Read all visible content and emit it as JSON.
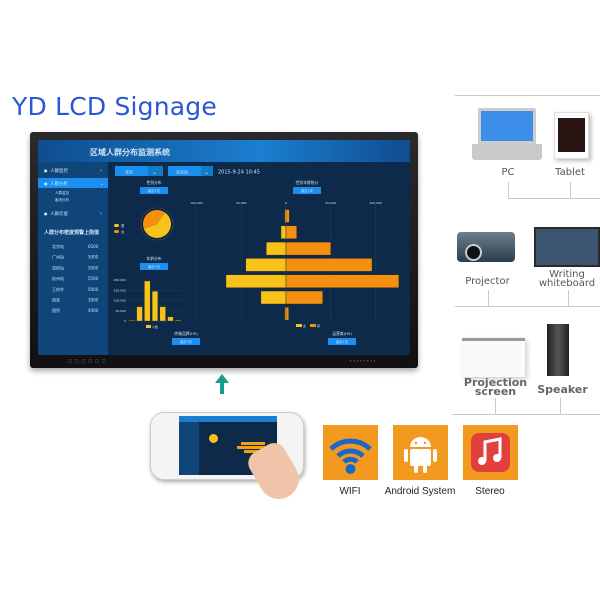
{
  "brand_title": "YD LCD Signage",
  "screen": {
    "header_title": "区域人群分布监测系统",
    "sidebar": {
      "items": [
        {
          "label": "人群监控",
          "icon": "eye-icon",
          "active": false
        },
        {
          "label": "人群分析",
          "icon": "bar-chart-icon",
          "active": true
        },
        {
          "label": "人群迁徙",
          "icon": "person-icon",
          "active": false
        }
      ],
      "sub_items": [
        "人群监控",
        "客流分析"
      ],
      "threshold_heading": "人群分布密度预警上限值",
      "stations": [
        {
          "name": "北京站",
          "value": "6500"
        },
        {
          "name": "广州站",
          "value": "5000"
        },
        {
          "name": "深圳站",
          "value": "5000"
        },
        {
          "name": "杭州站",
          "value": "5500"
        },
        {
          "name": "王府井",
          "value": "5000"
        },
        {
          "name": "西单",
          "value": "3000"
        },
        {
          "name": "国贸",
          "value": "4000"
        }
      ]
    },
    "filters": {
      "city": "北京",
      "station": "北京站",
      "datetime": "2015-9-24 10:45"
    },
    "panels": {
      "gender": {
        "title": "性别分布",
        "button": "最近1天"
      },
      "age": {
        "title": "年龄分布",
        "button": "最近1天"
      },
      "gender_age": {
        "title": "性别年龄统计",
        "button": "最近1天"
      },
      "bottom_left": {
        "title": "终端品牌(H5)",
        "button": "最近1天"
      },
      "bottom_right": {
        "title": "运营商(H5)",
        "button": "最近1天"
      }
    },
    "colors": {
      "yellow": "#f7c21a",
      "orange": "#f5900f",
      "accent": "#1a8ff0",
      "bg": "#0d2a4a"
    }
  },
  "chart_data": [
    {
      "type": "pie",
      "legend": [
        "男",
        "女"
      ],
      "values": [
        60,
        40
      ]
    },
    {
      "type": "bar",
      "ylim": [
        0,
        200000
      ],
      "yticks": [
        "0",
        "50,000",
        "100,000",
        "150,000",
        "200,000"
      ],
      "values": [
        3000,
        70000,
        195000,
        145000,
        70000,
        20000,
        4000
      ],
      "legend": [
        "人数"
      ]
    },
    {
      "type": "bar",
      "orientation": "horizontal-diverging",
      "xticks": [
        "100,000",
        "50,000",
        "0",
        "50,000",
        "100,000"
      ],
      "xlim": [
        -100000,
        100000
      ],
      "legend": [
        "女",
        "男"
      ],
      "series": [
        {
          "name": "女",
          "values": [
            1500,
            5600,
            22000,
            45000,
            67000,
            28000,
            1500
          ]
        },
        {
          "name": "男",
          "values": [
            3700,
            12000,
            50000,
            96000,
            126000,
            41000,
            3000
          ]
        }
      ]
    }
  ],
  "devices": [
    {
      "label": "PC",
      "icon": "laptop-icon"
    },
    {
      "label": "Tablet",
      "icon": "tablet-icon"
    },
    {
      "label": "Projector",
      "icon": "projector-icon"
    },
    {
      "label": "Writing whiteboard",
      "icon": "whiteboard-icon"
    },
    {
      "label": "Projection screen",
      "icon": "projection-screen-icon"
    },
    {
      "label": "Speaker",
      "icon": "speaker-icon"
    }
  ],
  "features": [
    {
      "label": "WIFI",
      "icon": "wifi-icon"
    },
    {
      "label": "Android System",
      "icon": "android-icon"
    },
    {
      "label": "Stereo",
      "icon": "music-note-icon"
    }
  ]
}
